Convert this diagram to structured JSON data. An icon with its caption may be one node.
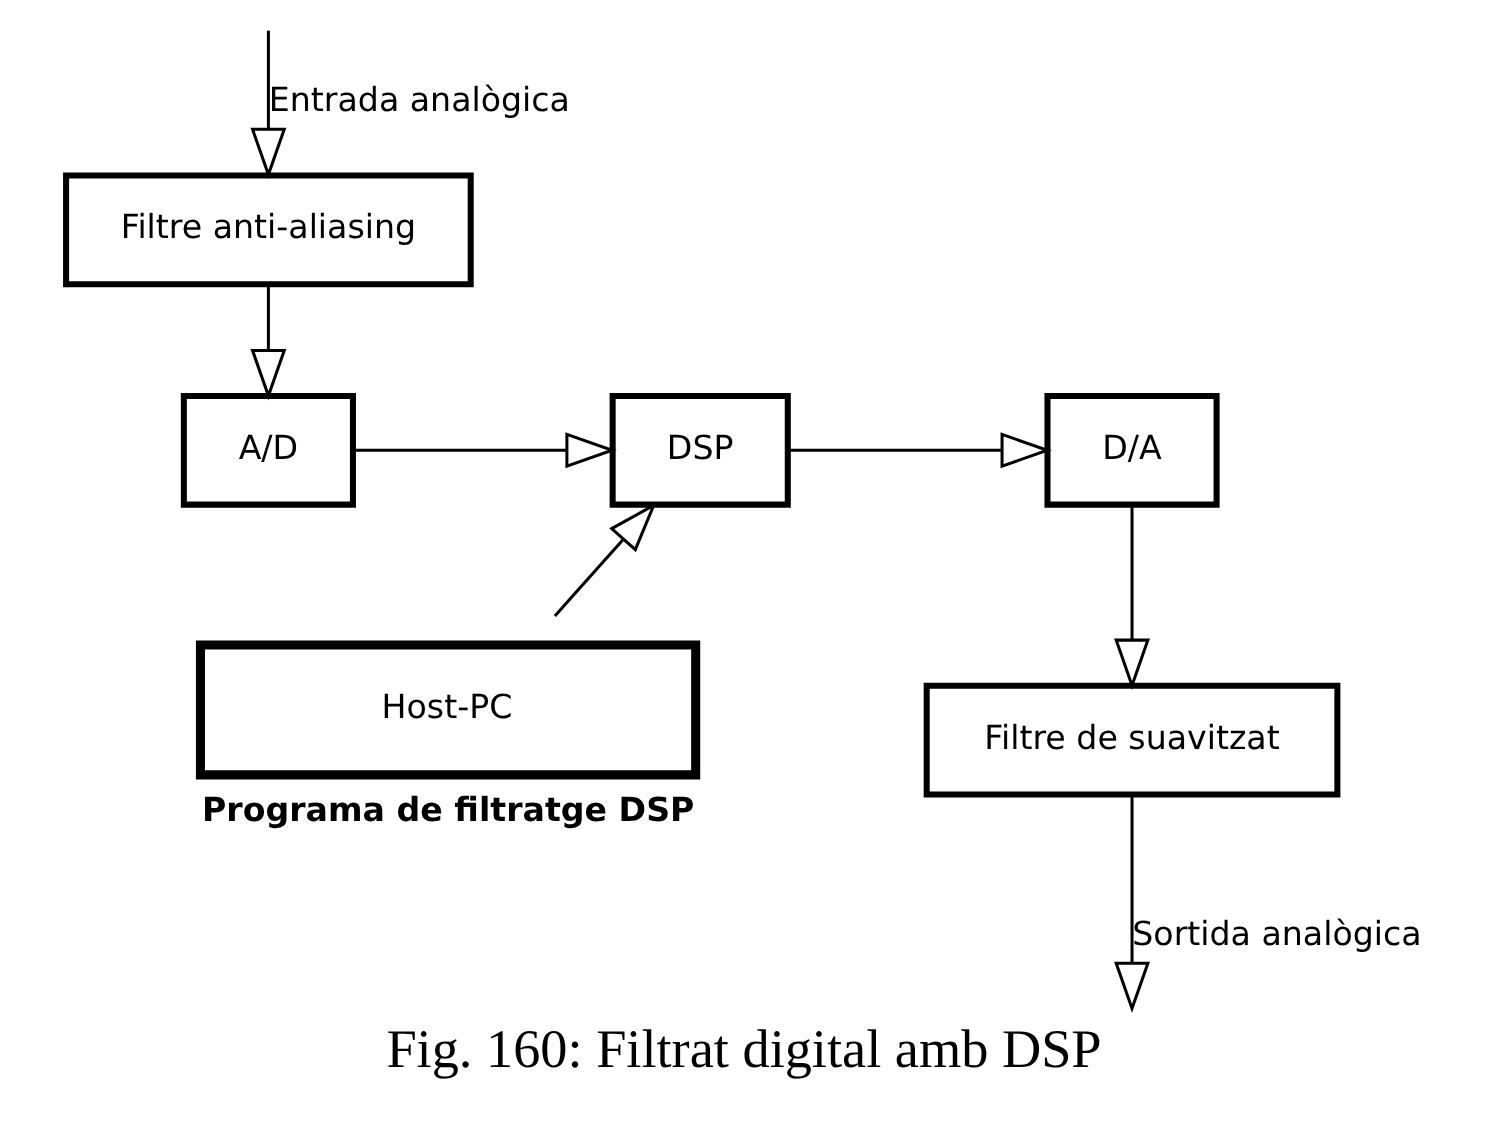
{
  "diagram": {
    "caption": "Fig. 160: Filtrat digital amb DSP",
    "nodes": [
      {
        "text": [
          "Filtre anti-aliasing"
        ]
      },
      {
        "text": [
          "A/D"
        ]
      },
      {
        "text": [
          "DSP"
        ]
      },
      {
        "text": [
          "D/A"
        ]
      },
      {
        "text": [
          "Filtre de suavitzat"
        ]
      },
      {
        "text": [
          "Host-PC"
        ],
        "beside": [
          "Programa de filtratge DSP"
        ]
      }
    ],
    "edges": [
      {
        "from": null,
        "to": 0,
        "arrow": "to",
        "label": "Entrada analògica"
      },
      {
        "from": 0,
        "to": 1,
        "arrow": "to"
      },
      {
        "from": 1,
        "to": 2,
        "arrow": "to"
      },
      {
        "from": 2,
        "to": 3,
        "arrow": "to"
      },
      {
        "from": 3,
        "to": 4,
        "arrow": "to"
      },
      {
        "from": 4,
        "to": null,
        "arrow": "to",
        "label": "Sortida analògica"
      },
      {
        "from": 5,
        "to": 2,
        "arrow": "to"
      }
    ]
  }
}
